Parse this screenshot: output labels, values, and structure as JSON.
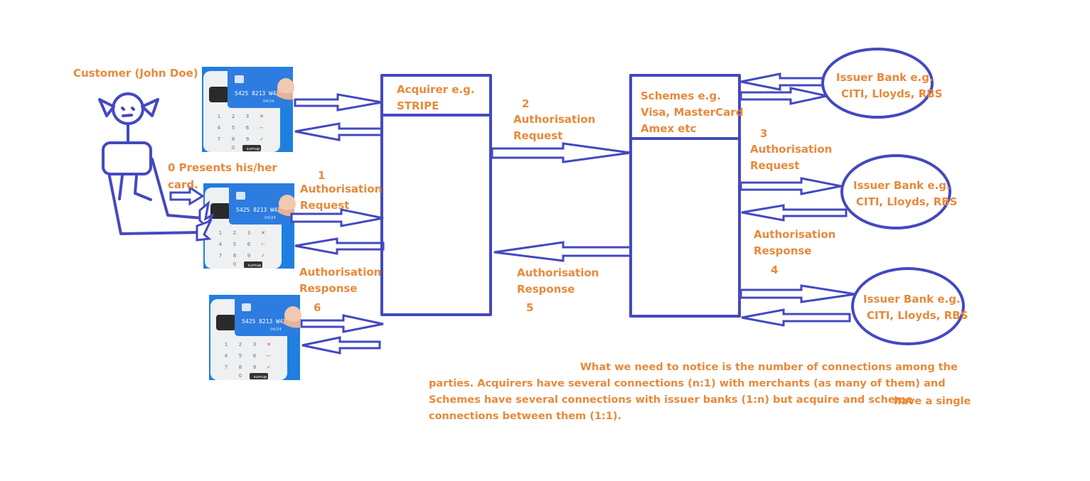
{
  "labels": {
    "customer": "Customer (John Doe)",
    "step0_line1": "0 Presents his/her",
    "step0_line2": "card.",
    "step1_num": "1",
    "step1_line1": "Authorisation",
    "step1_line2": "Request",
    "step6_line1": "Authorisation",
    "step6_line2": "Response",
    "step6_num": "6",
    "acquirer_line1": "Acquirer e.g.",
    "acquirer_line2": "STRIPE",
    "step2_num": "2",
    "step2_line1": "Authorisation",
    "step2_line2": "Request",
    "step5_line1": "Authorisation",
    "step5_line2": "Response",
    "step5_num": "5",
    "schemes_line1": "Schemes e.g.",
    "schemes_line2": "Visa, MasterCard",
    "schemes_line3": "Amex etc",
    "step3_num": "3",
    "step3_line1": "Authorisation",
    "step3_line2": "Request",
    "step4_line1": "Authorisation",
    "step4_line2": "Response",
    "step4_num": "4",
    "issuer_line1": "Issuer Bank e.g.",
    "issuer_line2": "CITI, Lloyds, RBS"
  },
  "terminal": {
    "card_number": "5425 8213 W47",
    "card_expiry": "04/24",
    "keys": [
      "1",
      "2",
      "3",
      "✕",
      "4",
      "5",
      "6",
      "←",
      "7",
      "8",
      "9",
      "✓",
      "",
      "0",
      "sumup",
      ""
    ]
  },
  "note": {
    "line1": "What we need to notice is the number of connections among the",
    "line2": "parties. Acquirers have several connections (n:1) with merchants (as many of them) and",
    "line3": "Schemes have several connections with issuer banks (1:n) but acquire and scheme",
    "line3_tail": "have a single",
    "line4": "connections between them (1:1)."
  },
  "colors": {
    "line": "#4349c0",
    "label": "#e8893a",
    "terminal_blue": "#1f7fe0",
    "card_blue": "#2d7ce0"
  }
}
